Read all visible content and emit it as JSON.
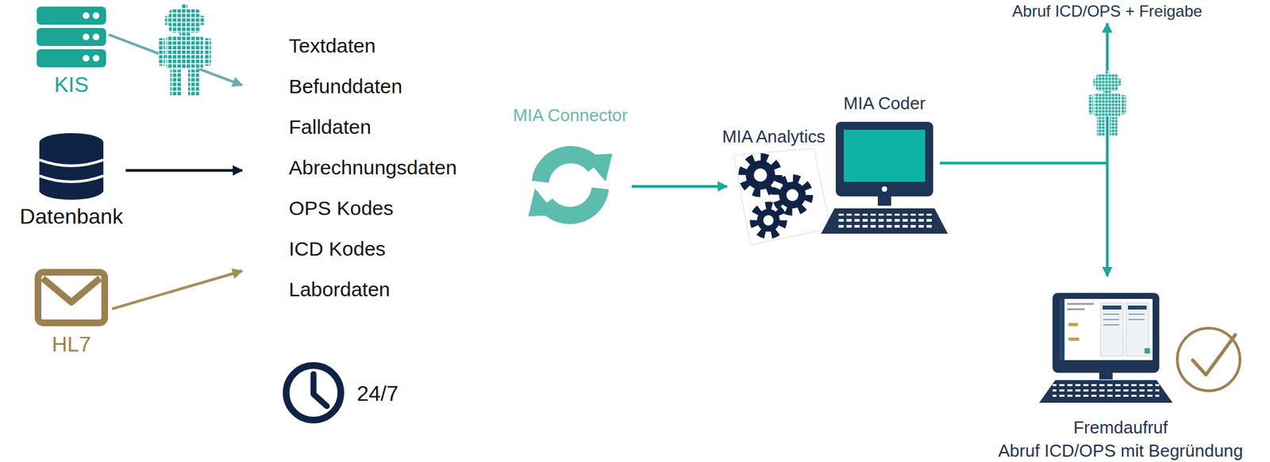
{
  "diagram": {
    "nodes": [
      {
        "text": [
          "KIS"
        ]
      },
      {
        "text": [
          "Datenbank"
        ]
      },
      {
        "text": [
          "HL7"
        ]
      },
      {
        "text": [
          "Textdaten",
          "Befunddaten",
          "Falldaten",
          "Abrechnungsdaten",
          "OPS Kodes",
          "ICD Kodes",
          "Labordaten"
        ]
      },
      {
        "text": [
          "MIA Connector"
        ]
      },
      {
        "text": [
          "MIA Analytics"
        ]
      },
      {
        "text": [
          "MIA Coder"
        ]
      },
      {
        "text": [
          "Abruf ICD/OPS + Freigabe"
        ]
      },
      {
        "text": [
          "Fremdaufruf",
          "Abruf ICD/OPS mit Begründung"
        ]
      }
    ],
    "edges": [
      {
        "from": 0,
        "to": 3,
        "arrow": "to"
      },
      {
        "from": 1,
        "to": 3,
        "arrow": "to"
      },
      {
        "from": 2,
        "to": 3,
        "arrow": "to"
      },
      {
        "from": 4,
        "to": 5,
        "arrow": "to"
      },
      {
        "from": 6,
        "to": 7,
        "arrow": "to"
      },
      {
        "from": 6,
        "to": 8,
        "arrow": "to"
      }
    ],
    "labels": [
      "24/7"
    ]
  }
}
